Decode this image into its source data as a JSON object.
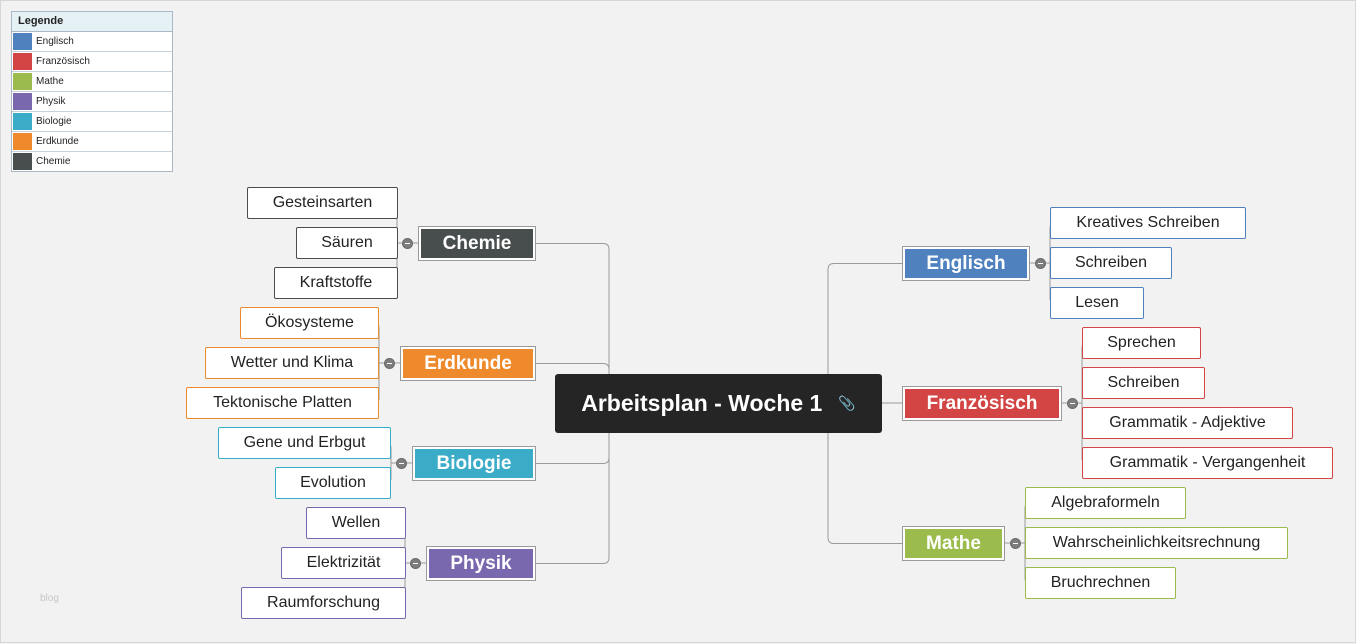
{
  "legend": {
    "title": "Legende",
    "items": [
      {
        "label": "Englisch",
        "color": "#4e81bd"
      },
      {
        "label": "Französisch",
        "color": "#d34444"
      },
      {
        "label": "Mathe",
        "color": "#9bbb4c"
      },
      {
        "label": "Physik",
        "color": "#7a68ae"
      },
      {
        "label": "Biologie",
        "color": "#3aacc8"
      },
      {
        "label": "Erdkunde",
        "color": "#ef8a2c"
      },
      {
        "label": "Chemie",
        "color": "#484d4d"
      }
    ]
  },
  "central": {
    "title": "Arbeitsplan - Woche 1",
    "icon": "paperclip-icon"
  },
  "branches": {
    "chemie": {
      "label": "Chemie",
      "color": "#484d4d",
      "children": [
        "Gesteinsarten",
        "Säuren",
        "Kraftstoffe"
      ]
    },
    "erdkunde": {
      "label": "Erdkunde",
      "color": "#ef8a2c",
      "children": [
        "Ökosysteme",
        "Wetter und Klima",
        "Tektonische Platten"
      ]
    },
    "biologie": {
      "label": "Biologie",
      "color": "#3aacc8",
      "children": [
        "Gene und Erbgut",
        "Evolution"
      ]
    },
    "physik": {
      "label": "Physik",
      "color": "#7a68ae",
      "children": [
        "Wellen",
        "Elektrizität",
        "Raumforschung"
      ]
    },
    "englisch": {
      "label": "Englisch",
      "color": "#4e81bd",
      "children": [
        "Kreatives Schreiben",
        "Schreiben",
        "Lesen"
      ]
    },
    "franzoesisch": {
      "label": "Französisch",
      "color": "#d34444",
      "children": [
        "Sprechen",
        "Schreiben",
        "Grammatik - Adjektive",
        "Grammatik - Vergangenheit"
      ]
    },
    "mathe": {
      "label": "Mathe",
      "color": "#9bbb4c",
      "children": [
        "Algebraformeln",
        "Wahrscheinlichkeitsrechnung",
        "Bruchrechnen"
      ]
    }
  },
  "watermark": "blog"
}
